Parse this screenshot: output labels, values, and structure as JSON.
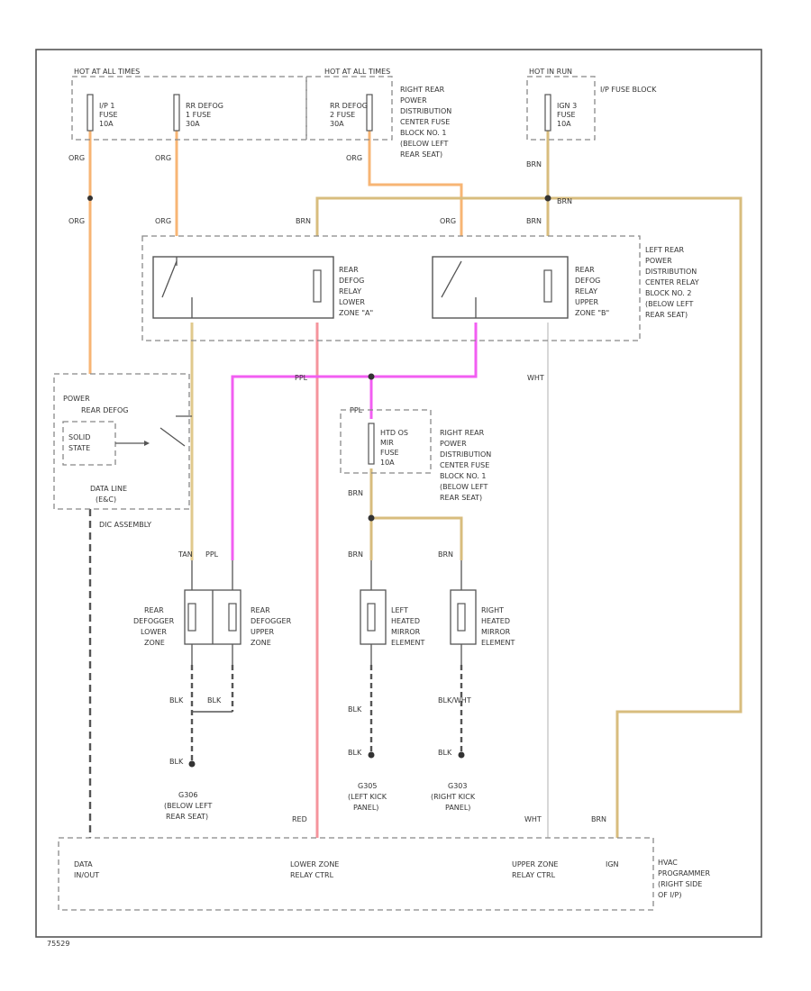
{
  "colors": {
    "org": "#f7b574",
    "brn": "#d8bd7e",
    "ppl": "#f25ef2",
    "red": "#f5949c",
    "tan": "#e0c98c",
    "wht": "#cfcfcf",
    "blk": "#555555"
  },
  "fuse_boxes": {
    "hot_all_left": "HOT AT ALL TIMES",
    "hot_all_mid": "HOT AT ALL TIMES",
    "hot_run": "HOT IN RUN",
    "ip_fuse_block": "I/P FUSE BLOCK",
    "right_rear_center": [
      "RIGHT REAR",
      "POWER",
      "DISTRIBUTION",
      "CENTER FUSE",
      "BLOCK NO. 1",
      "(BELOW LEFT",
      "REAR SEAT)"
    ]
  },
  "fuses": {
    "ip1": [
      "I/P 1",
      "FUSE",
      "10A"
    ],
    "rr_defog1": [
      "RR DEFOG",
      "1 FUSE",
      "30A"
    ],
    "rr_defog2": [
      "RR DEFOG",
      "2 FUSE",
      "30A"
    ],
    "ign3": [
      "IGN 3",
      "FUSE",
      "10A"
    ],
    "htd_mir": [
      "HTD OS",
      "MIR",
      "FUSE",
      "10A"
    ]
  },
  "relay_block": {
    "label": [
      "LEFT REAR",
      "POWER",
      "DISTRIBUTION",
      "CENTER RELAY",
      "BLOCK NO. 2",
      "(BELOW LEFT",
      "REAR SEAT)"
    ],
    "lower_relay": [
      "REAR",
      "DEFOG",
      "RELAY",
      "LOWER",
      "ZONE \"A\""
    ],
    "upper_relay": [
      "REAR",
      "DEFOG",
      "RELAY",
      "UPPER",
      "ZONE \"B\""
    ]
  },
  "power_module": {
    "title": "POWER",
    "subtitle": "REAR DEFOG",
    "solid_state": [
      "SOLID",
      "STATE"
    ],
    "data_line": [
      "DATA LINE",
      "(E&C)"
    ],
    "assembly": "DIC ASSEMBLY"
  },
  "grids": {
    "lower": [
      "REAR",
      "DEFOGGER",
      "LOWER",
      "ZONE"
    ],
    "upper": [
      "REAR",
      "DEFOGGER",
      "UPPER",
      "ZONE"
    ]
  },
  "mirrors": {
    "left": [
      "LEFT",
      "HEATED",
      "MIRROR",
      "ELEMENT"
    ],
    "right": [
      "RIGHT",
      "HEATED",
      "MIRROR",
      "ELEMENT"
    ]
  },
  "grounds": {
    "g306": [
      "G306",
      "(BELOW LEFT",
      "REAR SEAT)"
    ],
    "g305": [
      "G305",
      "(LEFT KICK",
      "PANEL)"
    ],
    "g303": [
      "G303",
      "(RIGHT KICK",
      "PANEL)"
    ]
  },
  "programmer": {
    "label": [
      "HVAC",
      "PROGRAMMER",
      "(RIGHT SIDE",
      "OF I/P)"
    ],
    "data_in_out": [
      "DATA",
      "IN/OUT"
    ],
    "lower_ctrl": [
      "LOWER ZONE",
      "RELAY CTRL"
    ],
    "upper_ctrl": [
      "UPPER ZONE",
      "RELAY CTRL"
    ],
    "ign": "IGN"
  },
  "wire_labels": {
    "org": "ORG",
    "brn": "BRN",
    "ppl": "PPL",
    "red": "RED",
    "tan": "TAN",
    "wht": "WHT",
    "blk": "BLK",
    "blk_wht": "BLK/WHT"
  },
  "footer_code": "75529"
}
